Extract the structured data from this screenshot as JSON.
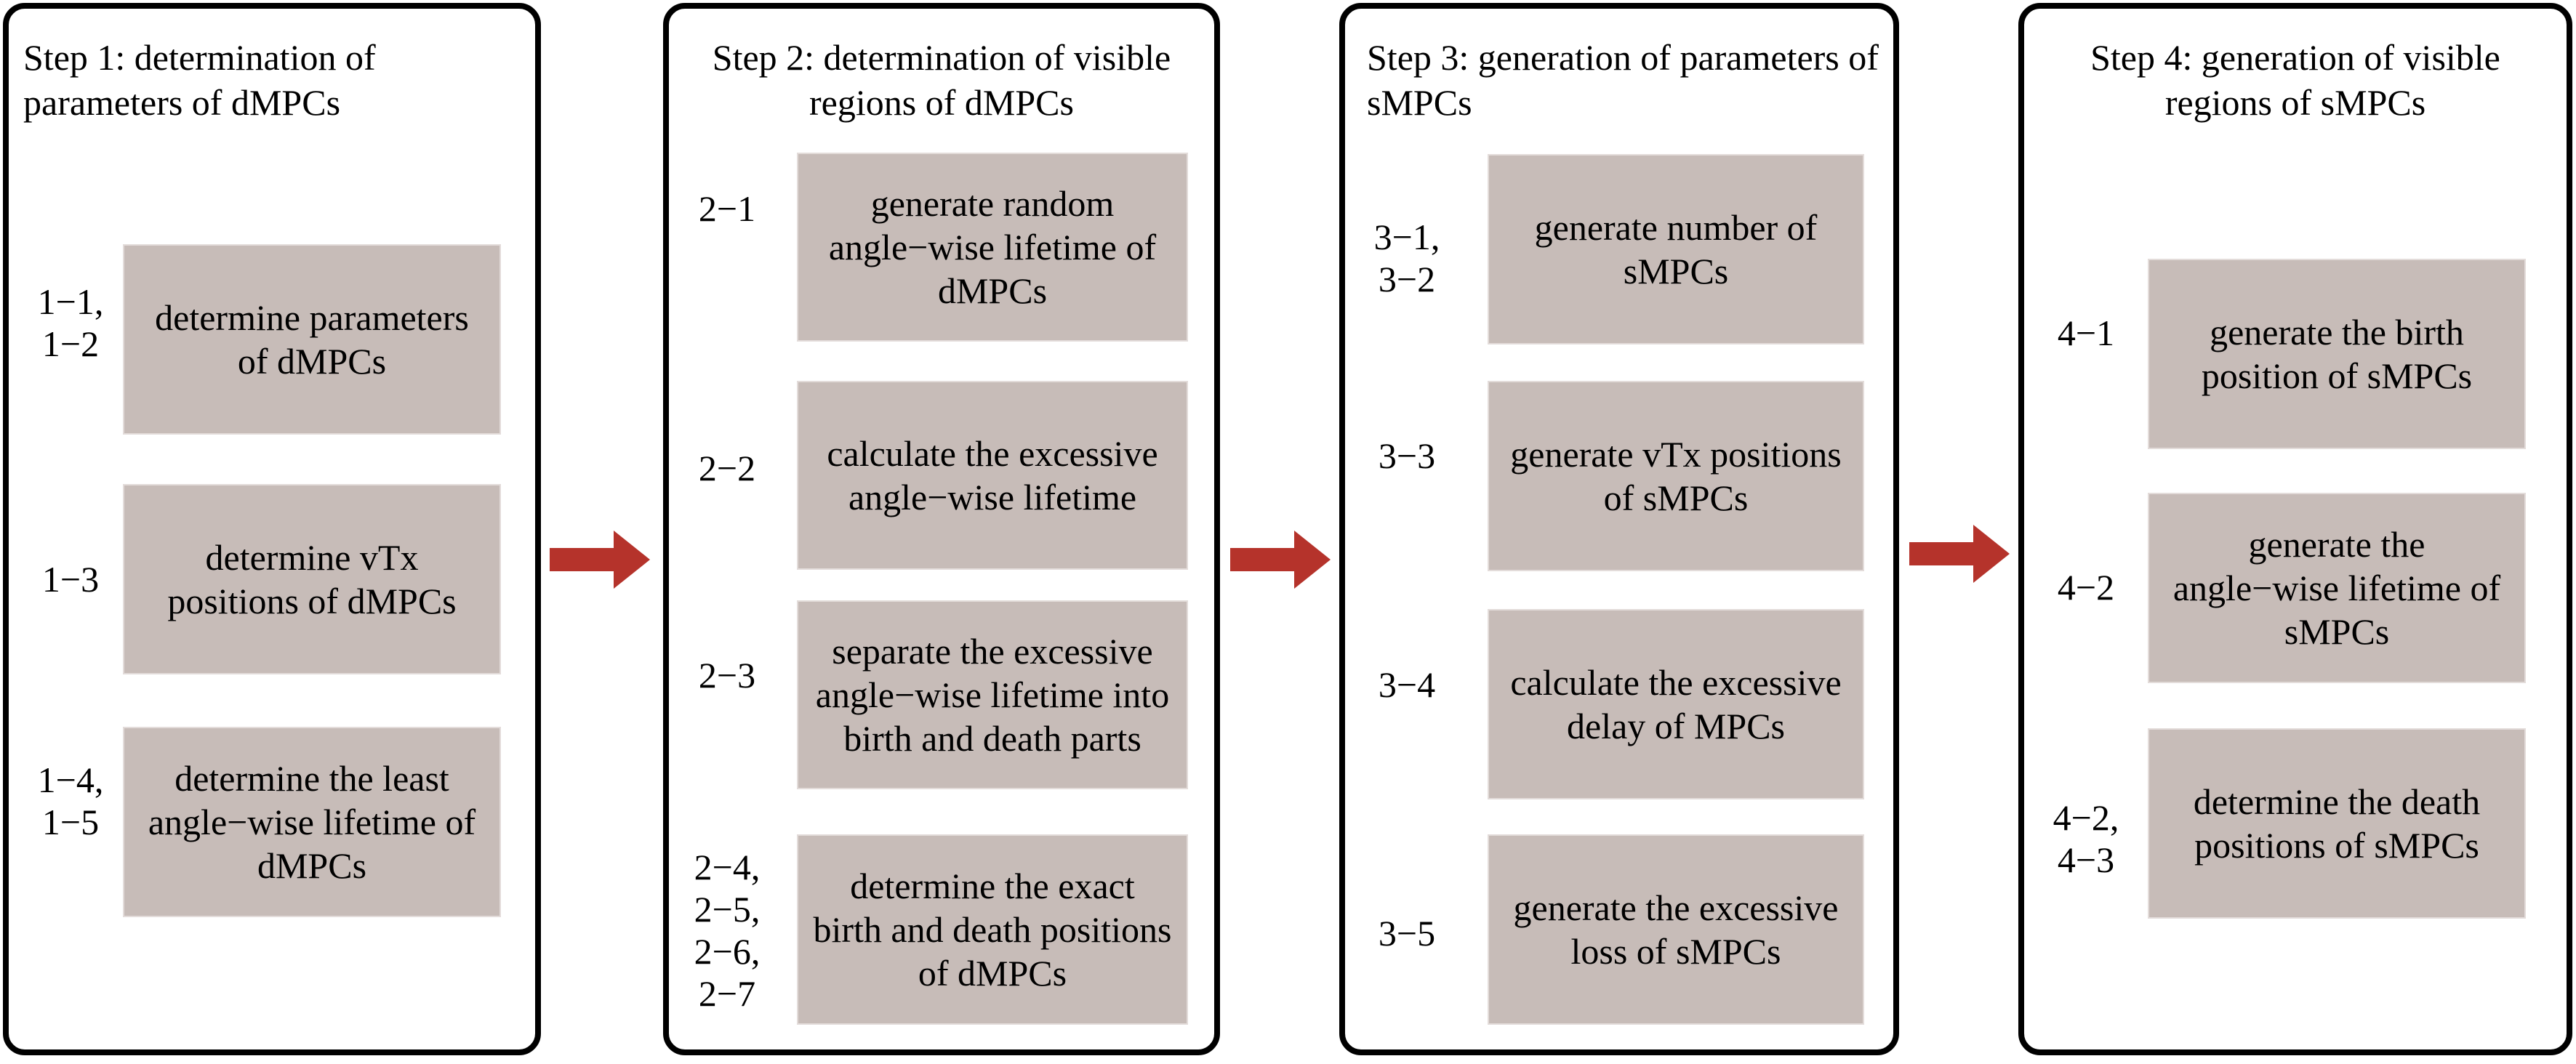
{
  "steps": [
    {
      "title": "Step 1: determination of parameters of dMPCs",
      "rows": [
        {
          "tag": "1−1,\n1−2",
          "text": "determine parameters of dMPCs"
        },
        {
          "tag": "1−3",
          "text": "determine vTx positions of dMPCs"
        },
        {
          "tag": "1−4,\n1−5",
          "text": "determine the least angle−wise lifetime of dMPCs"
        }
      ]
    },
    {
      "title": "Step 2: determination of visible regions of dMPCs",
      "rows": [
        {
          "tag": "2−1",
          "text": "generate random angle−wise lifetime of dMPCs"
        },
        {
          "tag": "2−2",
          "text": "calculate the excessive angle−wise lifetime"
        },
        {
          "tag": "2−3",
          "text": "separate the excessive angle−wise lifetime into birth and death parts"
        },
        {
          "tag": "2−4,\n2−5,\n2−6,\n2−7",
          "text": "determine the exact birth and death positions of dMPCs"
        }
      ]
    },
    {
      "title": "Step 3: generation of parameters of sMPCs",
      "rows": [
        {
          "tag": "3−1,\n3−2",
          "text": "generate number of sMPCs"
        },
        {
          "tag": "3−3",
          "text": "generate vTx positions of sMPCs"
        },
        {
          "tag": "3−4",
          "text": "calculate the excessive delay of MPCs"
        },
        {
          "tag": "3−5",
          "text": "generate the excessive loss of sMPCs"
        }
      ]
    },
    {
      "title": "Step 4: generation of visible regions of sMPCs",
      "rows": [
        {
          "tag": "4−1",
          "text": "generate the birth position of sMPCs"
        },
        {
          "tag": "4−2",
          "text": "generate the angle−wise lifetime of sMPCs"
        },
        {
          "tag": "4−2,\n4−3",
          "text": "determine the death positions of sMPCs"
        }
      ]
    }
  ],
  "colors": {
    "box_fill": "#c7bcb8",
    "arrow": "#b5332b",
    "border": "#000000"
  }
}
